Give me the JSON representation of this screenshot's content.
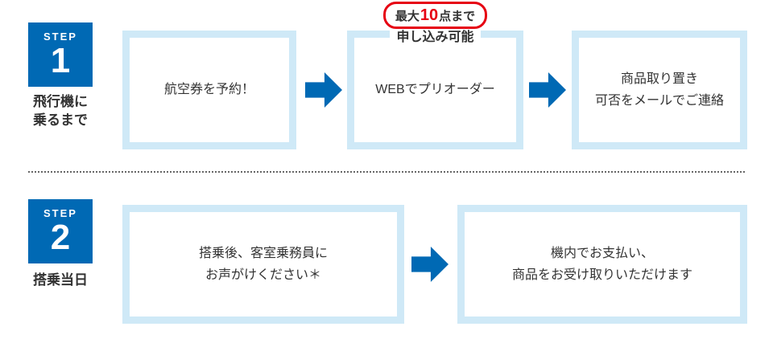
{
  "colors": {
    "blue": "#0069b4",
    "light_blue": "#cfe9f7",
    "red": "#e60012",
    "text": "#333333"
  },
  "step1": {
    "badge": {
      "step_label": "STEP",
      "number": "1"
    },
    "side_label": {
      "line1": "飛行機に",
      "line2": "乗るまで"
    },
    "bubble": {
      "prefix": "最大",
      "number": "10",
      "suffix": "点まで",
      "line2": "申し込み可能"
    },
    "boxes": [
      {
        "lines": [
          "航空券を予約！"
        ]
      },
      {
        "lines": [
          "WEBでプリオーダー"
        ]
      },
      {
        "lines": [
          "商品取り置き",
          "可否をメールでご連絡"
        ]
      }
    ]
  },
  "step2": {
    "badge": {
      "step_label": "STEP",
      "number": "2"
    },
    "side_label": {
      "line1": "搭乗当日"
    },
    "boxes": [
      {
        "lines": [
          "搭乗後、客室乗務員に",
          "お声がけください＊"
        ]
      },
      {
        "lines": [
          "機内でお支払い、",
          "商品をお受け取りいただけます"
        ]
      }
    ]
  }
}
